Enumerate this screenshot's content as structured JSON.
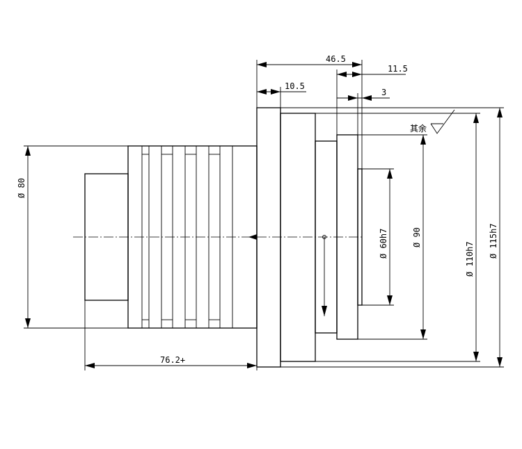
{
  "dimensions": {
    "d80": "Ø 80",
    "l76_2": "76.2+",
    "l46_5": "46.5",
    "l11_5": "11.5",
    "l10_5": "10.5",
    "l3": "3",
    "d60h7": "Ø 60h7",
    "d90": "Ø 90",
    "d110h7": "Ø 110h7",
    "d115h7": "Ø 115h7"
  },
  "surface_note": "其余"
}
